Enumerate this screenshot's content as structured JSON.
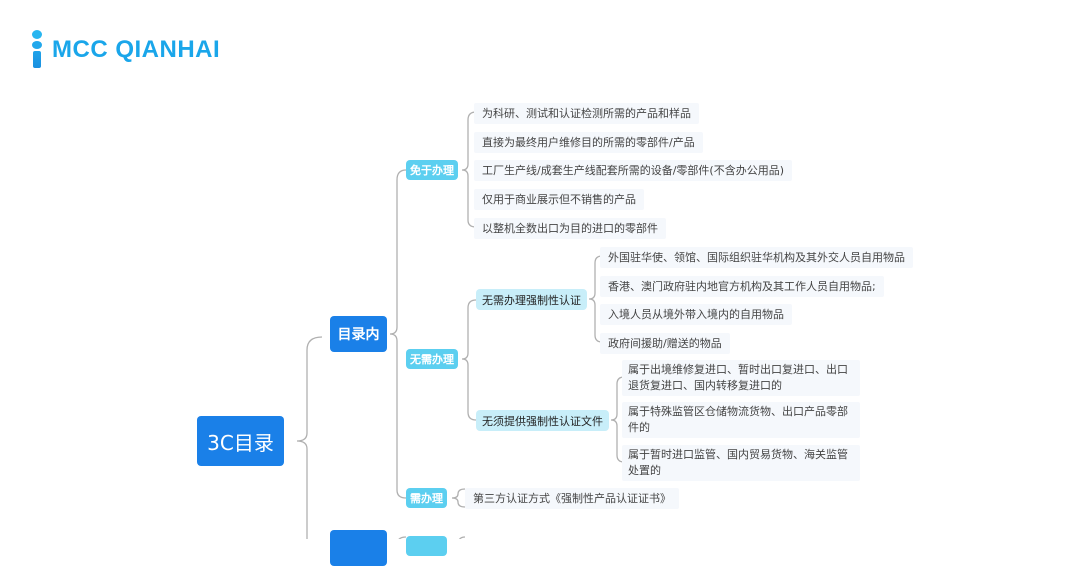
{
  "logo": {
    "text": "MCC QIANHAI"
  },
  "root": {
    "label": "3C目录"
  },
  "catalog_in": {
    "label": "目录内",
    "exempt": {
      "label": "免于办理",
      "items": [
        "为科研、测试和认证检测所需的产品和样品",
        "直接为最终用户维修目的所需的零部件/产品",
        "工厂生产线/成套生产线配套所需的设备/零部件(不含办公用品)",
        "仅用于商业展示但不销售的产品",
        "以整机全数出口为目的进口的零部件"
      ]
    },
    "not_needed": {
      "label": "无需办理",
      "no_cert": {
        "label": "无需办理强制性认证",
        "items": [
          "外国驻华使、领馆、国际组织驻华机构及其外交人员自用物品",
          "香港、澳门政府驻内地官方机构及其工作人员自用物品;",
          "入境人员从境外带入境内的自用物品",
          "政府间援助/赠送的物品"
        ]
      },
      "no_docs": {
        "label": "无须提供强制性认证文件",
        "items": [
          "属于出境维修复进口、暂时出口复进口、出口退货复进口、国内转移复进口的",
          "属于特殊监管区仓储物流货物、出口产品零部件的",
          "属于暂时进口监管、国内贸易货物、海关监管处置的"
        ]
      }
    },
    "required": {
      "label": "需办理",
      "items": [
        "第三方认证方式《强制性产品认证证书》"
      ]
    }
  }
}
